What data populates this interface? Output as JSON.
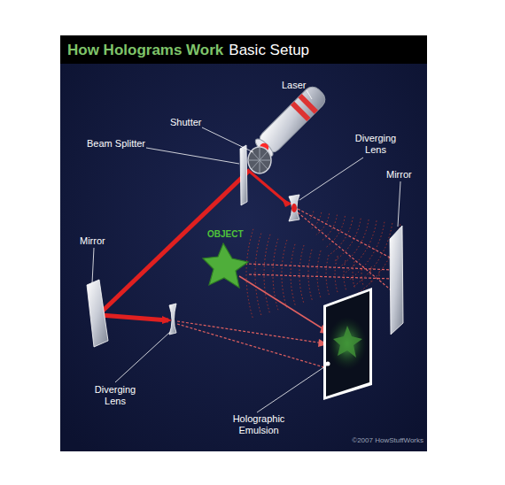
{
  "diagram": {
    "title": "How Holograms Work",
    "labels": [
      "Basic Setup",
      "Laser",
      "Shutter",
      "Beam Splitter",
      "Diverging Lens",
      "Mirror",
      "OBJECT",
      "Mirror",
      "Diverging Lens",
      "Holographic Emulsion",
      "©2007 HowStuffWorks"
    ]
  }
}
